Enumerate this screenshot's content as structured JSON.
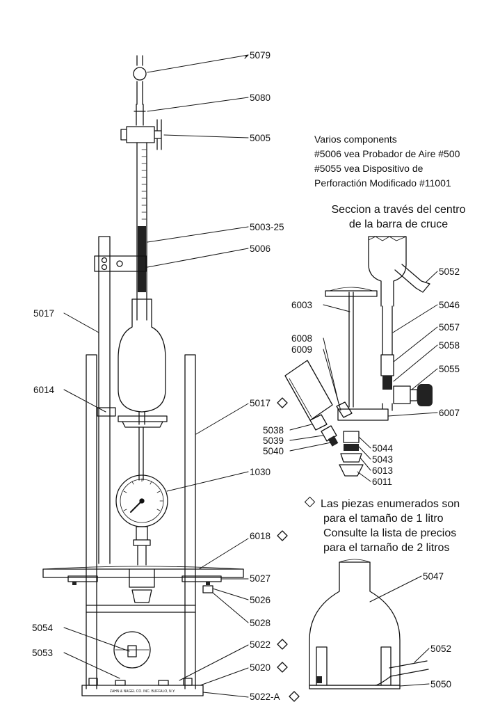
{
  "labels": {
    "p5079": "5079",
    "p5080": "5080",
    "p5005": "5005",
    "p5003_25": "5003-25",
    "p5006": "5006",
    "p5017": "5017",
    "p6014": "6014",
    "p5017b": "5017",
    "p1030": "1030",
    "p6018": "6018",
    "p5027": "5027",
    "p5026": "5026",
    "p5028": "5028",
    "p5054": "5054",
    "p5053": "5053",
    "p5022": "5022",
    "p5020": "5020",
    "p5022a": "5022-A",
    "p5052": "5052",
    "p6003": "6003",
    "p5046": "5046",
    "p5057": "5057",
    "p6008": "6008",
    "p6009": "6009",
    "p5058": "5058",
    "p5055": "5055",
    "p6007": "6007",
    "p5038": "5038",
    "p5039": "5039",
    "p5040": "5040",
    "p5044": "5044",
    "p5043": "5043",
    "p6013": "6013",
    "p6011": "6011",
    "p5047": "5047",
    "p5052b": "5052",
    "p5050": "5050"
  },
  "notes": {
    "line1": "Varios components",
    "line2": "#5006 vea Probador de Aire #500",
    "line3": "#5055 vea Dispositivo de",
    "line4": "Perforactión Modificado #11001"
  },
  "section_title": {
    "line1": "Seccion a través del centro",
    "line2": "de la barra de cruce"
  },
  "legend": {
    "line1": "Las piezas enumerados son",
    "line2": "para el tamaño de 1 litro",
    "line3": "Consulte la lista de precios",
    "line4": "para el tarnaño de 2 litros"
  },
  "base_plate_text": "ZAHN & NAGEL CO. INC. BUFFALO, N.Y."
}
